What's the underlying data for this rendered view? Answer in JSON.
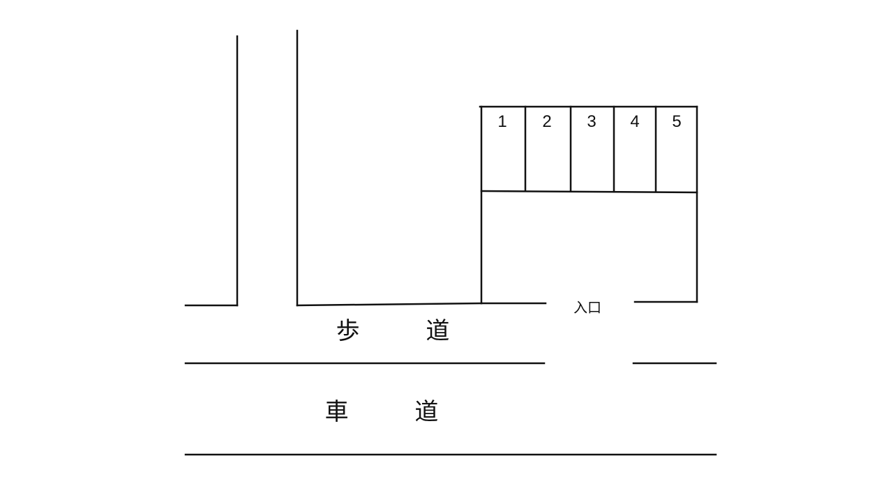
{
  "map": {
    "parking_spaces": [
      "1",
      "2",
      "3",
      "4",
      "5"
    ],
    "entrance_label": "入口",
    "sidewalk_label": "歩 道",
    "roadway_label": "車 道"
  },
  "colors": {
    "line": "#111111",
    "background": "#ffffff"
  }
}
